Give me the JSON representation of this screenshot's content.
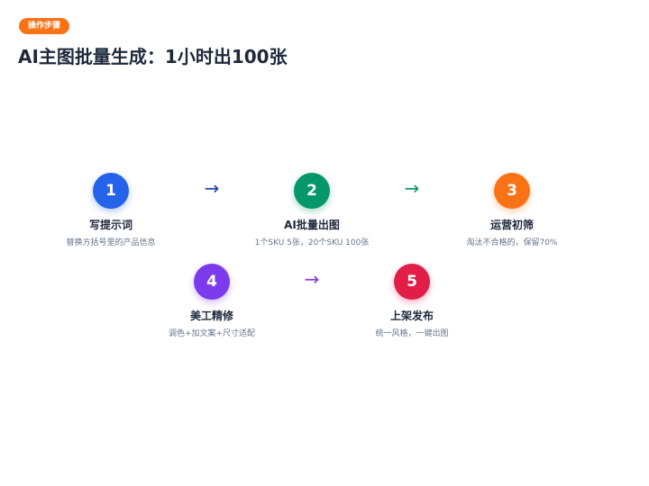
{
  "header": {
    "badge": "操作步骤",
    "title": "AI主图批量生成：1小时出100张"
  },
  "steps": [
    {
      "number": "1",
      "title": "写提示词",
      "desc": "替换方括号里的产品信息",
      "color": "#2563eb"
    },
    {
      "number": "2",
      "title": "AI批量出图",
      "desc": "1个SKU 5张，20个SKU 100张",
      "color": "#059669"
    },
    {
      "number": "3",
      "title": "运营初筛",
      "desc": "淘汰不合格的，保留70%",
      "color": "#f97316"
    },
    {
      "number": "4",
      "title": "美工精修",
      "desc": "调色+加文案+尺寸适配",
      "color": "#7c3aed"
    },
    {
      "number": "5",
      "title": "上架发布",
      "desc": "统一风格，一键出图",
      "color": "#e11d48"
    }
  ],
  "arrows": [
    {
      "symbol": "→",
      "color": "#1e40af"
    },
    {
      "symbol": "→",
      "color": "#059669"
    },
    {
      "symbol": "→",
      "color": "#7c3aed"
    }
  ]
}
